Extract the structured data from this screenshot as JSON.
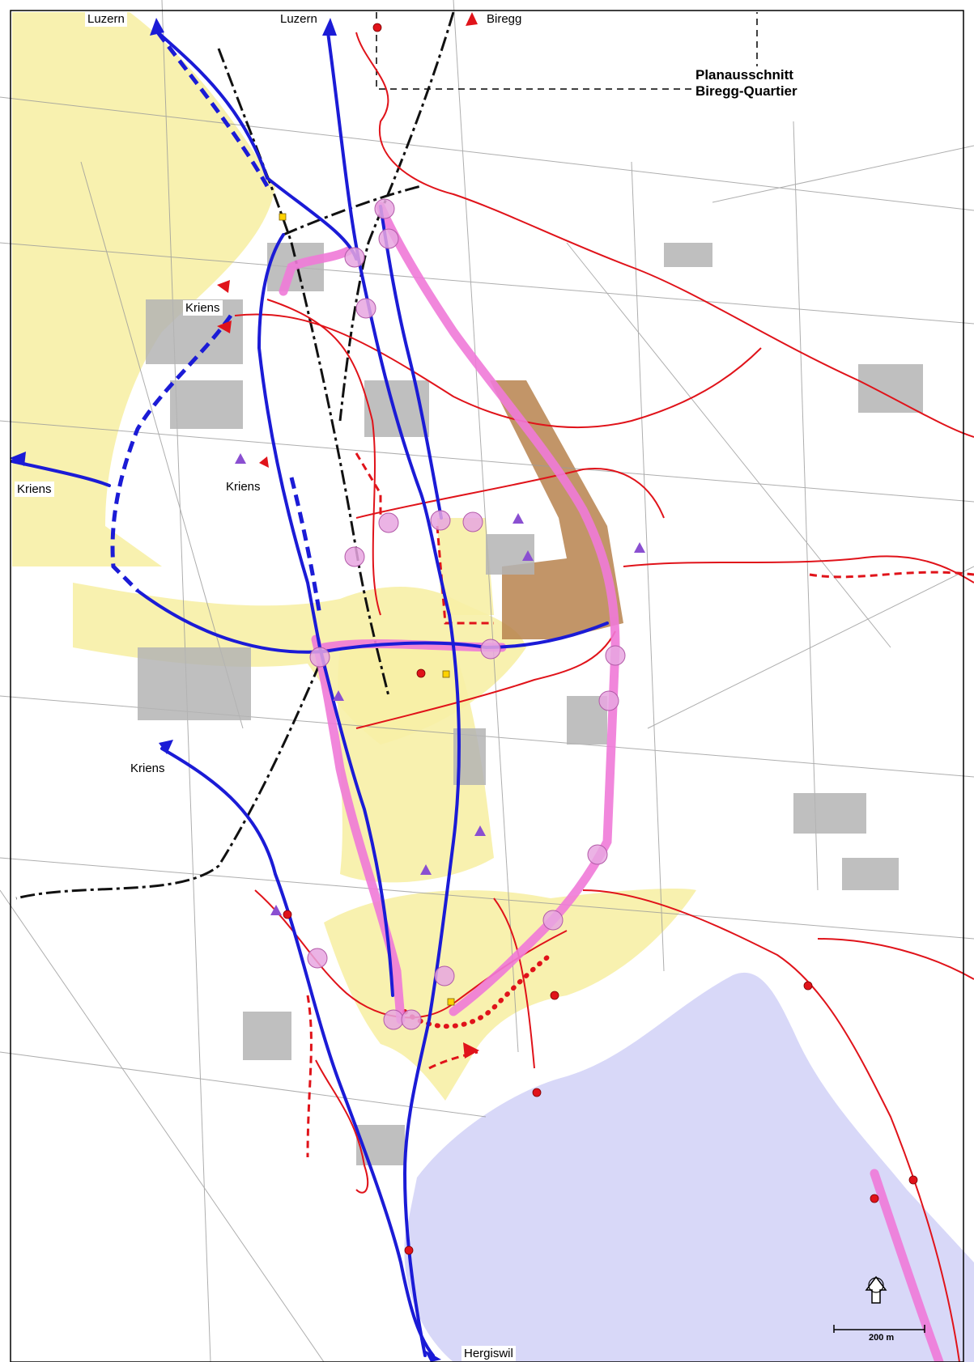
{
  "map": {
    "labels": {
      "luzern_1": "Luzern",
      "luzern_2": "Luzern",
      "biregg": "Biregg",
      "kriens_1": "Kriens",
      "kriens_2": "Kriens",
      "kriens_3": "Kriens",
      "kriens_4": "Kriens",
      "hergiswil": "Hergiswil"
    },
    "inset_title_line1": "Planausschnitt",
    "inset_title_line2": "Biregg-Quartier",
    "scale_label": "200 m",
    "colors": {
      "development_zone": "#f7f0a6",
      "lake": "#d8d8f8",
      "brown_zone": "#b7824e",
      "main_route": "#1b1bd6",
      "local_route": "#e0131a",
      "pink_corridor": "#f07ad8",
      "node_fill": "#e8a6e0",
      "triangle": "#8a4fd1",
      "point": "#e0131a",
      "yellow_marker": "#ffd200",
      "rail": "#111111"
    },
    "icons": [
      "north-arrow-icon",
      "triangle-marker-icon",
      "dot-marker-icon",
      "square-marker-icon"
    ]
  }
}
